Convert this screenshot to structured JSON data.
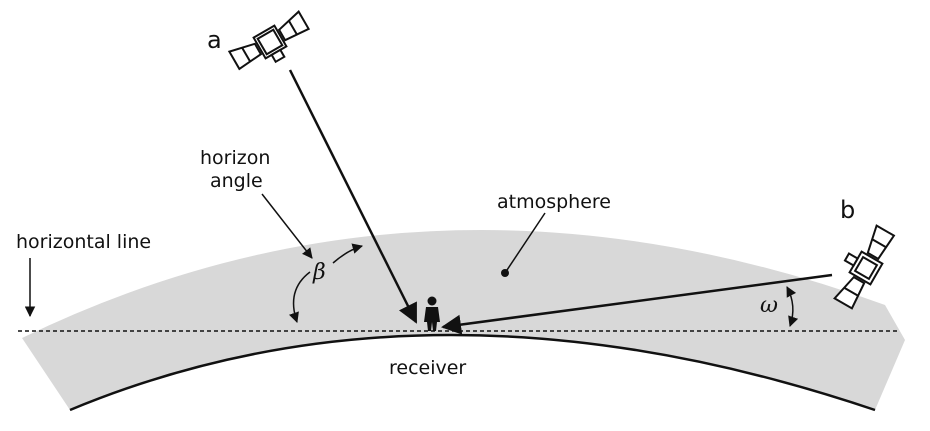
{
  "labels": {
    "satellite_a": "a",
    "satellite_b": "b",
    "horizon_angle_line1": "horizon",
    "horizon_angle_line2": "angle",
    "atmosphere": "atmosphere",
    "horizontal_line": "horizontal line",
    "receiver": "receiver",
    "beta": "β",
    "omega": "ω"
  },
  "colors": {
    "atmosphere_fill": "#d8d8d8",
    "ink": "#111111"
  }
}
